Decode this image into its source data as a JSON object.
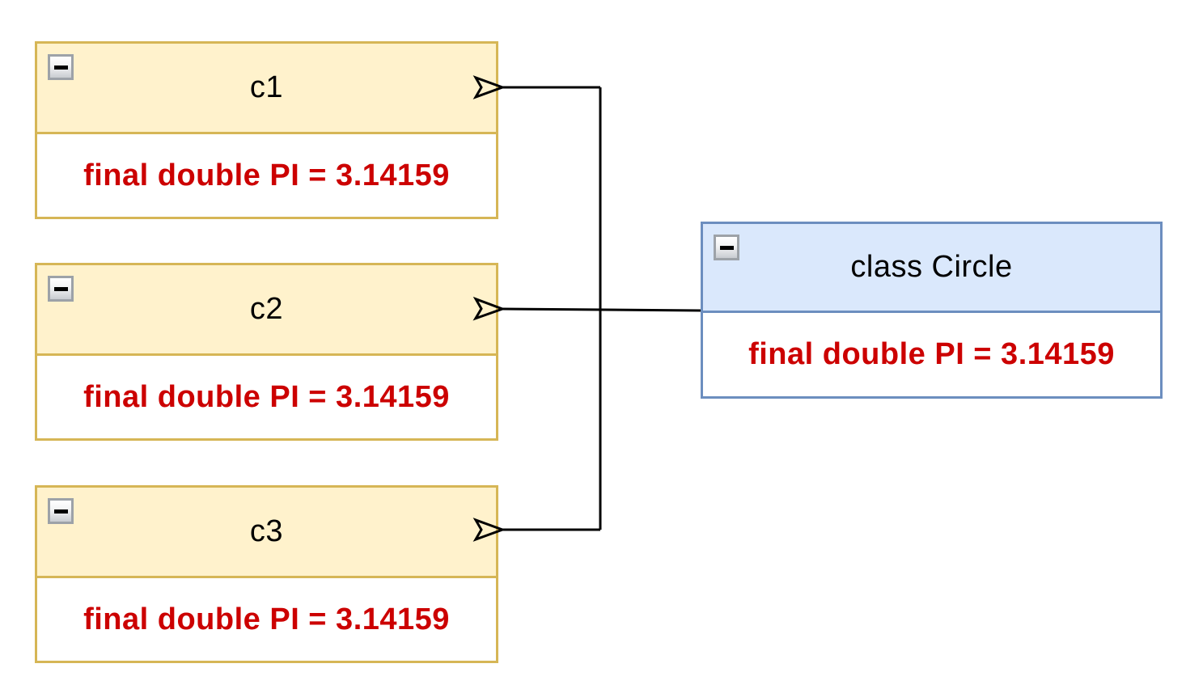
{
  "diagram": {
    "objects": [
      {
        "name": "c1",
        "field": "final double PI = 3.14159"
      },
      {
        "name": "c2",
        "field": "final double PI = 3.14159"
      },
      {
        "name": "c3",
        "field": "final double PI = 3.14159"
      }
    ],
    "class_node": {
      "name": "class Circle",
      "field": "final double PI = 3.14159"
    },
    "edges": [
      {
        "from": "class Circle",
        "to": "c1"
      },
      {
        "from": "class Circle",
        "to": "c2"
      },
      {
        "from": "class Circle",
        "to": "c3"
      }
    ],
    "icons": {
      "collapse": "minus-icon"
    },
    "colors": {
      "object_fill": "#fff2cc",
      "object_stroke": "#d6b656",
      "class_fill": "#dae8fc",
      "class_stroke": "#6c8ebf",
      "field_text": "#cc0000",
      "title_text": "#000000",
      "edge": "#000000",
      "canvas_bg": "#ffffff"
    }
  }
}
